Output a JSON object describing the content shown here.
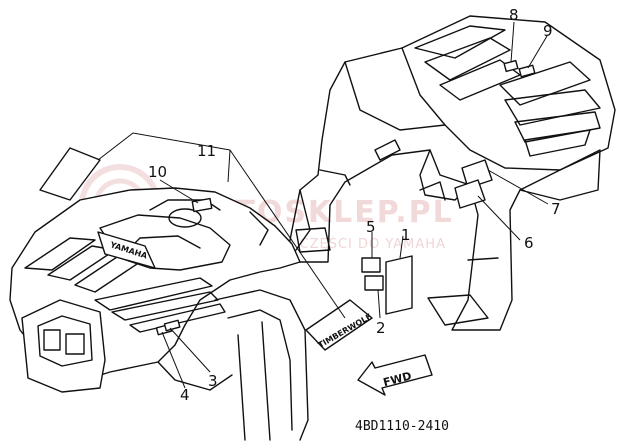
{
  "diagram": {
    "part_number": "4BD1110-2410",
    "watermark": {
      "main": "MOTOSKLEP.PL",
      "sub": "MOTOCYKLE I CZĘŚCI DO YAMAHA"
    },
    "decal_text": {
      "front_brand": "YAMAHA",
      "side_decal": "TIMBERWOLF",
      "fwd_arrow": "FWD"
    },
    "callouts": [
      {
        "id": "1",
        "label": "1"
      },
      {
        "id": "2",
        "label": "2"
      },
      {
        "id": "3",
        "label": "3"
      },
      {
        "id": "4",
        "label": "4"
      },
      {
        "id": "5",
        "label": "5"
      },
      {
        "id": "6",
        "label": "6"
      },
      {
        "id": "7",
        "label": "7"
      },
      {
        "id": "8",
        "label": "8"
      },
      {
        "id": "9",
        "label": "9"
      },
      {
        "id": "10",
        "label": "10"
      },
      {
        "id": "11",
        "label": "11"
      }
    ],
    "colors": {
      "line": "#111111",
      "watermark": "#e7b9bb"
    }
  }
}
